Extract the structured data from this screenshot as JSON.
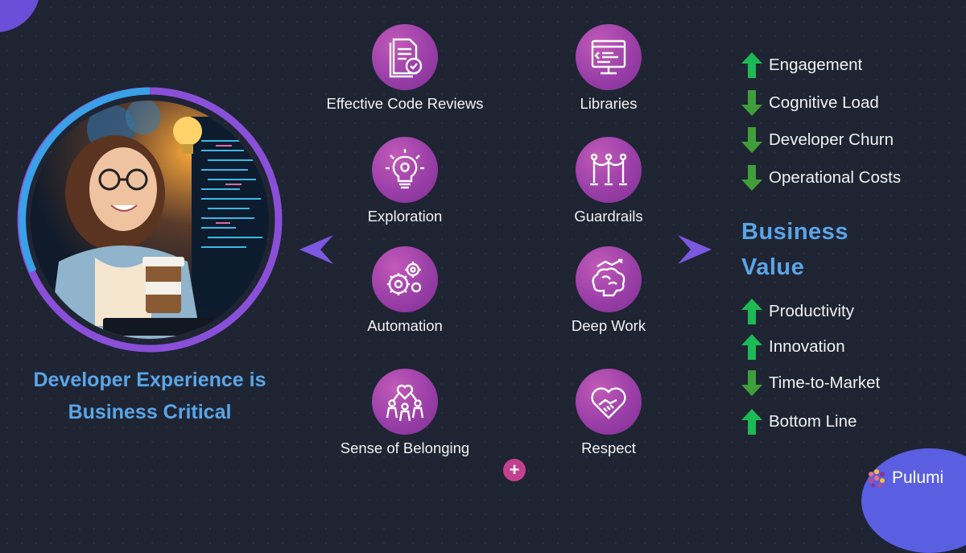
{
  "headline": {
    "line1": "Developer Experience is",
    "line2": "Business Critical"
  },
  "factors": [
    {
      "label": "Effective Code Reviews",
      "icon": "document-checkmark-icon"
    },
    {
      "label": "Libraries",
      "icon": "code-window-icon"
    },
    {
      "label": "Exploration",
      "icon": "lightbulb-brain-icon"
    },
    {
      "label": "Guardrails",
      "icon": "stanchion-rope-icon"
    },
    {
      "label": "Automation",
      "icon": "gears-icon"
    },
    {
      "label": "Deep Work",
      "icon": "brain-growth-icon"
    },
    {
      "label": "Sense of Belonging",
      "icon": "community-heart-icon"
    },
    {
      "label": "Respect",
      "icon": "handshake-heart-icon"
    }
  ],
  "metrics_top": [
    {
      "label": "Engagement",
      "direction": "up"
    },
    {
      "label": "Cognitive Load",
      "direction": "down"
    },
    {
      "label": "Developer Churn",
      "direction": "down"
    },
    {
      "label": "Operational Costs",
      "direction": "down"
    }
  ],
  "business_value": {
    "line1": "Business",
    "line2": "Value"
  },
  "metrics_bottom": [
    {
      "label": "Productivity",
      "direction": "up"
    },
    {
      "label": "Innovation",
      "direction": "up"
    },
    {
      "label": "Time-to-Market",
      "direction": "down"
    },
    {
      "label": "Bottom Line",
      "direction": "up"
    }
  ],
  "brand": {
    "name": "Pulumi",
    "icon": "pulumi-logo-icon"
  },
  "plus_icon": "plus-icon",
  "colors": {
    "background": "#1f2433",
    "headline": "#5aa5e6",
    "icon_circle": "#9a3fa8",
    "arrow_up": "#1db954",
    "arrow_down": "#3f9e3a",
    "ring_blue": "#3aa0e8",
    "ring_purple": "#8a4fd8",
    "chevron": "#7b58e0"
  }
}
